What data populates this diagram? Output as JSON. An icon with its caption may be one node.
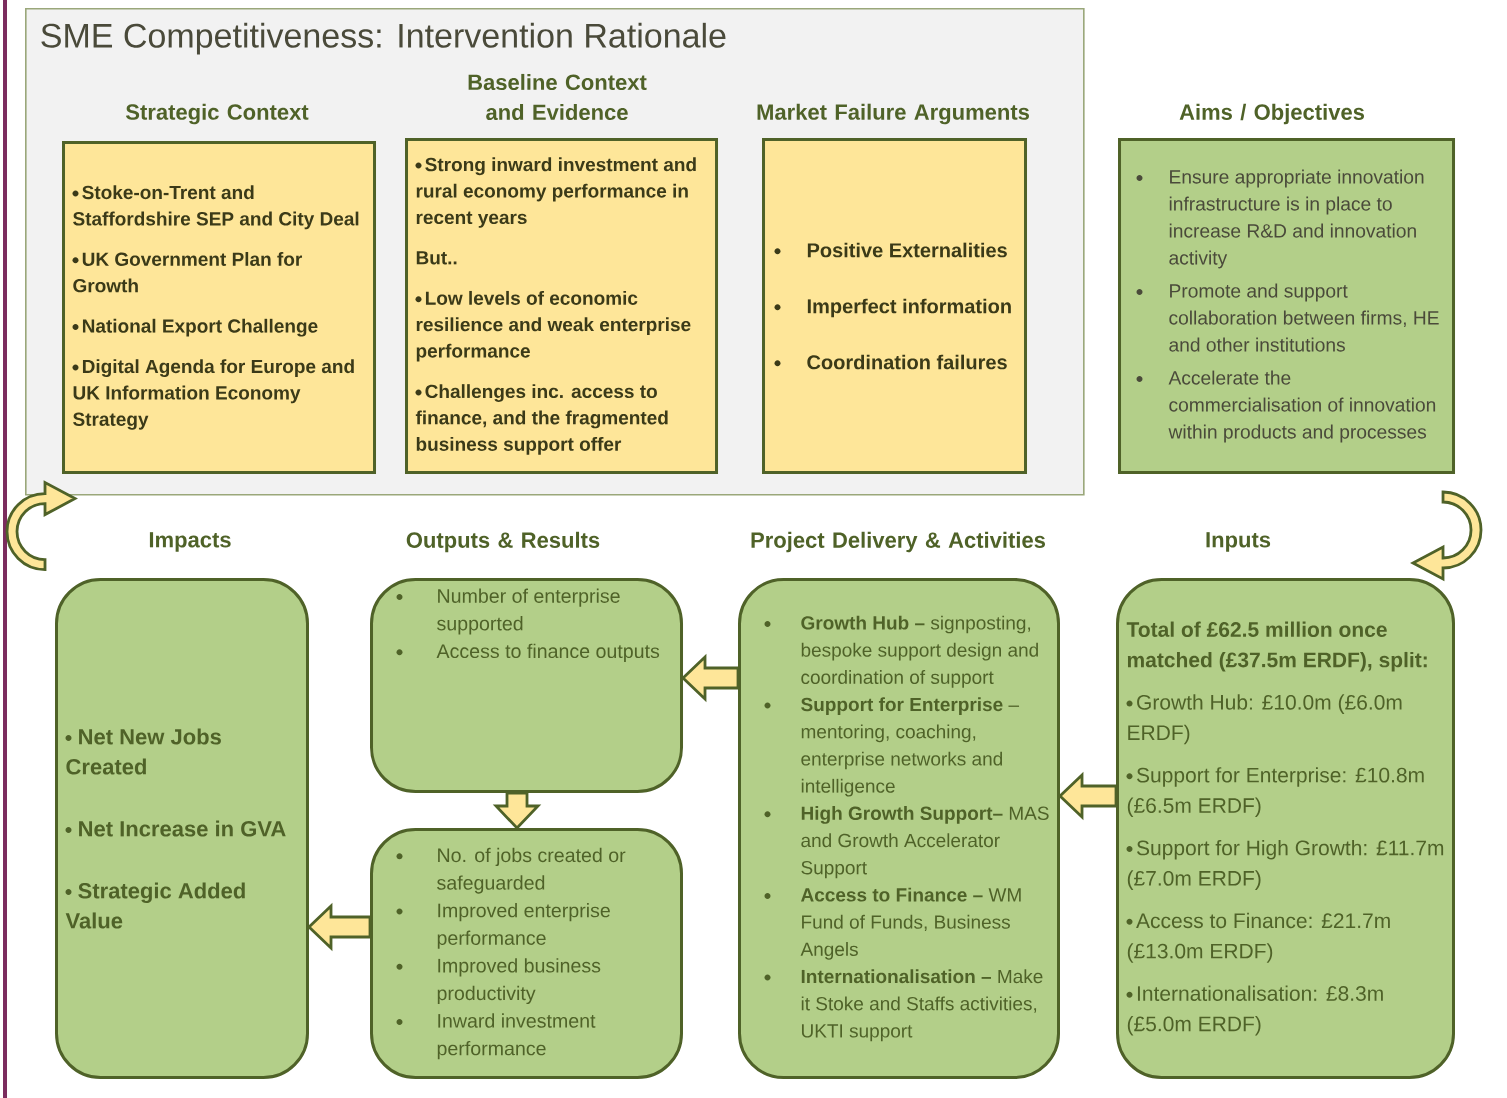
{
  "diagram": {
    "nodes": [
      {
        "text": [
          "SME Competitiveness: Intervention Rationale"
        ]
      },
      {
        "text": [
          "Strategic Context",
          "Stoke-on-Trent and Staffordshire SEP and City Deal",
          "UK Government Plan for Growth",
          "National Export Challenge",
          "Digital Agenda for Europe and UK Information Economy Strategy"
        ],
        "in": 0
      },
      {
        "text": [
          "Baseline Context and Evidence",
          "Strong inward investment and rural economy performance in recent years",
          "But..",
          "Low levels of economic resilience and weak enterprise performance",
          "Challenges inc. access to finance, and the fragmented business support offer"
        ],
        "in": 0
      },
      {
        "text": [
          "Market Failure Arguments",
          "Positive Externalities",
          "Imperfect information",
          "Coordination failures"
        ],
        "in": 0
      },
      {
        "text": [
          "Aims / Objectives",
          "Ensure appropriate innovation infrastructure is in place to increase R&D and innovation activity",
          "Promote and support collaboration between firms, HE and other institutions",
          "Accelerate the commercialisation of innovation within products and processes"
        ]
      },
      {
        "text": [
          "Impacts",
          "Net New Jobs Created",
          "Net Increase in GVA",
          "Strategic Added Value"
        ]
      },
      {
        "text": [
          "Outputs & Results",
          "Number of enterprise supported",
          "Access to finance outputs"
        ]
      },
      {
        "text": [
          "Project Delivery & Activities",
          "**Growth Hub –** signposting, bespoke support design and coordination of support",
          "**Support for Enterprise** – mentoring, coaching, enterprise networks and intelligence",
          "**High Growth Support–** MAS and Growth Accelerator  Support",
          "**Access to Finance –** WM Fund of Funds, Business Angels",
          "**Internationalisation –** Make it Stoke and Staffs activities, UKTI support"
        ]
      },
      {
        "text": [
          "Inputs",
          "Total of £62.5 million once matched (£37.5m ERDF), split:",
          "Growth Hub: £10.0m (£6.0m ERDF)",
          "Support for Enterprise: £10.8m (£6.5m ERDF)",
          "Support for High Growth: £11.7m (£7.0m ERDF)",
          "Access to Finance: £21.7m (£13.0m ERDF)",
          "Internationalisation: £8.3m (£5.0m ERDF)"
        ]
      },
      {
        "text": [
          "No. of jobs created or safeguarded",
          "Improved enterprise performance",
          "Improved business productivity",
          "Inward investment performance"
        ]
      }
    ],
    "edges": [
      {
        "from": 4,
        "to": 8,
        "arrow": "to"
      },
      {
        "from": 8,
        "to": 7,
        "arrow": "to"
      },
      {
        "from": 7,
        "to": 6,
        "arrow": "to"
      },
      {
        "from": 6,
        "to": 9,
        "arrow": "to"
      },
      {
        "from": 9,
        "to": 5,
        "arrow": "to"
      },
      {
        "from": 5,
        "to": 0,
        "arrow": "to"
      }
    ]
  }
}
